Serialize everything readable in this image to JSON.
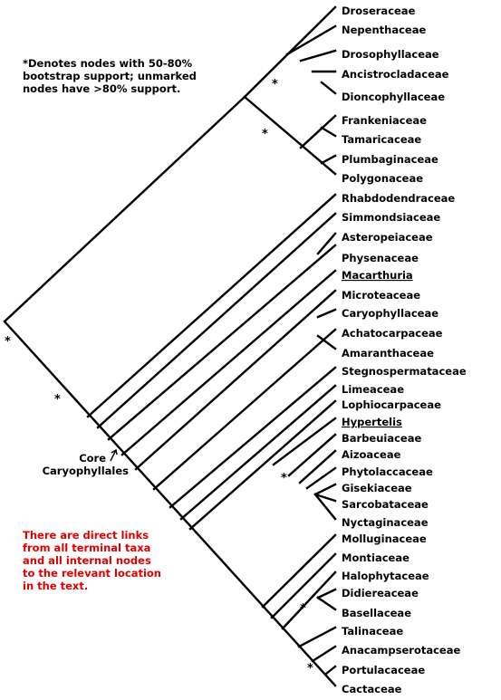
{
  "taxa": [
    "Droseraceae",
    "Nepenthaceae",
    "Drosophyllaceae",
    "Ancistrocladaceae",
    "Dioncophyllaceae",
    "Frankeniaceae",
    "Tamaricaceae",
    "Plumbaginaceae",
    "Polygonaceae",
    "Rhabdodendraceae",
    "Simmondsiaceae",
    "Asteropeiaceae",
    "Physenaceae",
    "Macarthuria",
    "Microteaceae",
    "Caryophyllaceae",
    "Achatocarpaceae",
    "Amaranthaceae",
    "Stegnospermataceae",
    "Limeaceae",
    "Lophiocarpaceae",
    "Hypertelis",
    "Barbeuiaceae",
    "Aizoaceae",
    "Phytolaccaceae",
    "Gisekiaceae",
    "Sarcobataceae",
    "Nyctaginaceae",
    "Molluginaceae",
    "Montiaceae",
    "Halophytaceae",
    "Didiereaceae",
    "Basellaceae",
    "Talinaceae",
    "Anacampserotaceae",
    "Portulacaceae",
    "Cactaceae"
  ],
  "underlined_taxa": [
    "Macarthuria",
    "Hypertelis"
  ],
  "asterisk": "*",
  "legend": {
    "star": "*",
    "line1": "Denotes nodes with 50-80%",
    "line2": "bootstrap support; unmarked",
    "line3": "nodes have >80% support."
  },
  "core_label": {
    "line1": "Core",
    "line2": "Caryophyllales"
  },
  "links_note": {
    "line1": "There are direct links",
    "line2": "from all terminal taxa",
    "line3": "and all internal nodes",
    "line4": "to the relevant location",
    "line5": "in the text.",
    "color": "#e00000"
  }
}
